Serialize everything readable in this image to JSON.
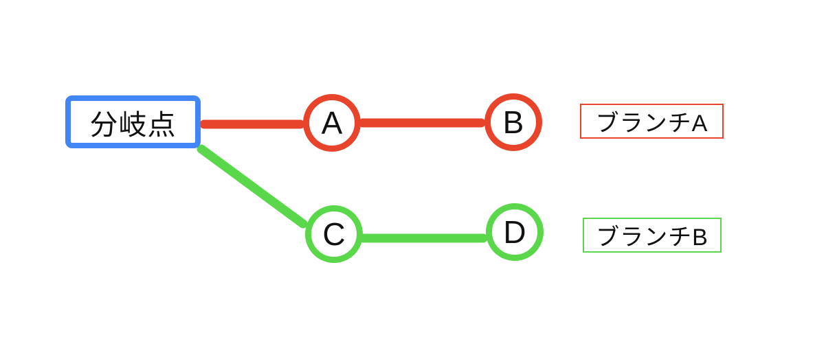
{
  "colors": {
    "blue": "#4286F5",
    "red": "#E8432B",
    "green": "#5BD74B",
    "text": "#111111",
    "background": "#FFFFFF"
  },
  "diagram": {
    "type": "branch-diagram",
    "branch_point": {
      "label": "分岐点"
    },
    "branches": [
      {
        "name": "branch-a",
        "label": "ブランチA",
        "color": "#E8432B",
        "nodes": [
          {
            "label": "A"
          },
          {
            "label": "B"
          }
        ]
      },
      {
        "name": "branch-b",
        "label": "ブランチB",
        "color": "#5BD74B",
        "nodes": [
          {
            "label": "C"
          },
          {
            "label": "D"
          }
        ]
      }
    ]
  }
}
